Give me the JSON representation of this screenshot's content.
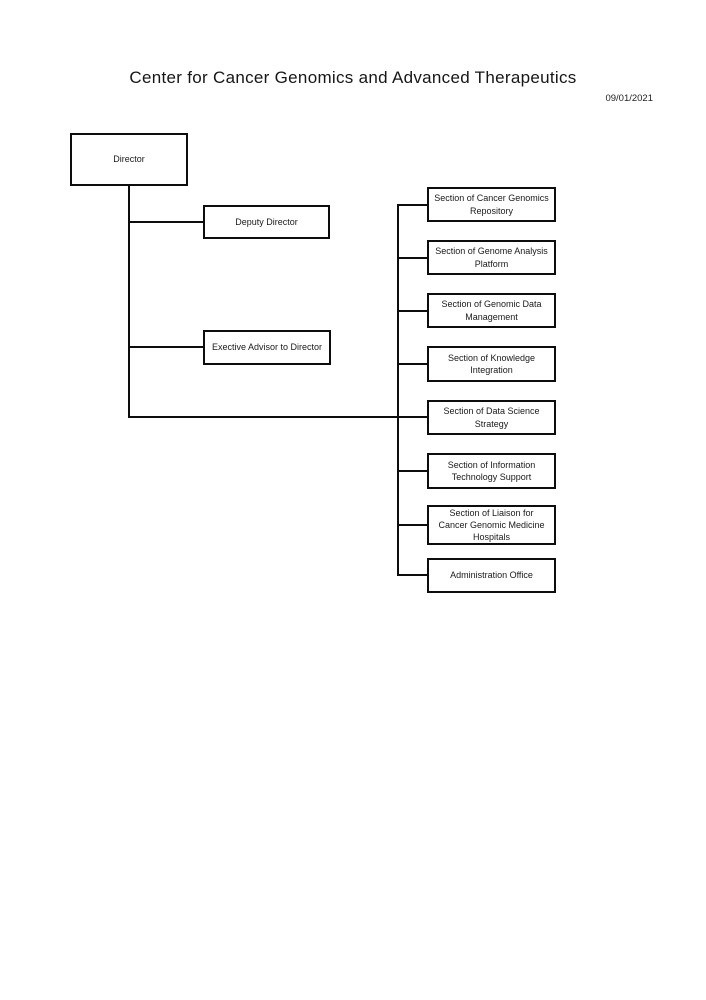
{
  "page": {
    "title": "Center for Cancer Genomics and Advanced Therapeutics",
    "date": "09/01/2021"
  },
  "org": {
    "director": {
      "label": "Director"
    },
    "deputy_director": {
      "label": "Deputy Director"
    },
    "executive_advisor": {
      "label": "Exective Advisor to Director"
    },
    "sections": [
      {
        "label": "Section of Cancer Genomics\nRepository"
      },
      {
        "label": "Section of Genome Analysis\nPlatform"
      },
      {
        "label": "Section of Genomic Data\nManagement"
      },
      {
        "label": "Section of Knowledge\nIntegration"
      },
      {
        "label": "Section of Data Science\nStrategy"
      },
      {
        "label": "Section of Information\nTechnology Support"
      },
      {
        "label": "Section of Liaison for\nCancer Genomic Medicine\nHospitals"
      },
      {
        "label": "Administration Office"
      }
    ]
  },
  "colors": {
    "line": "#0d0d0d",
    "text": "#1a1a1a",
    "background": "#ffffff"
  }
}
